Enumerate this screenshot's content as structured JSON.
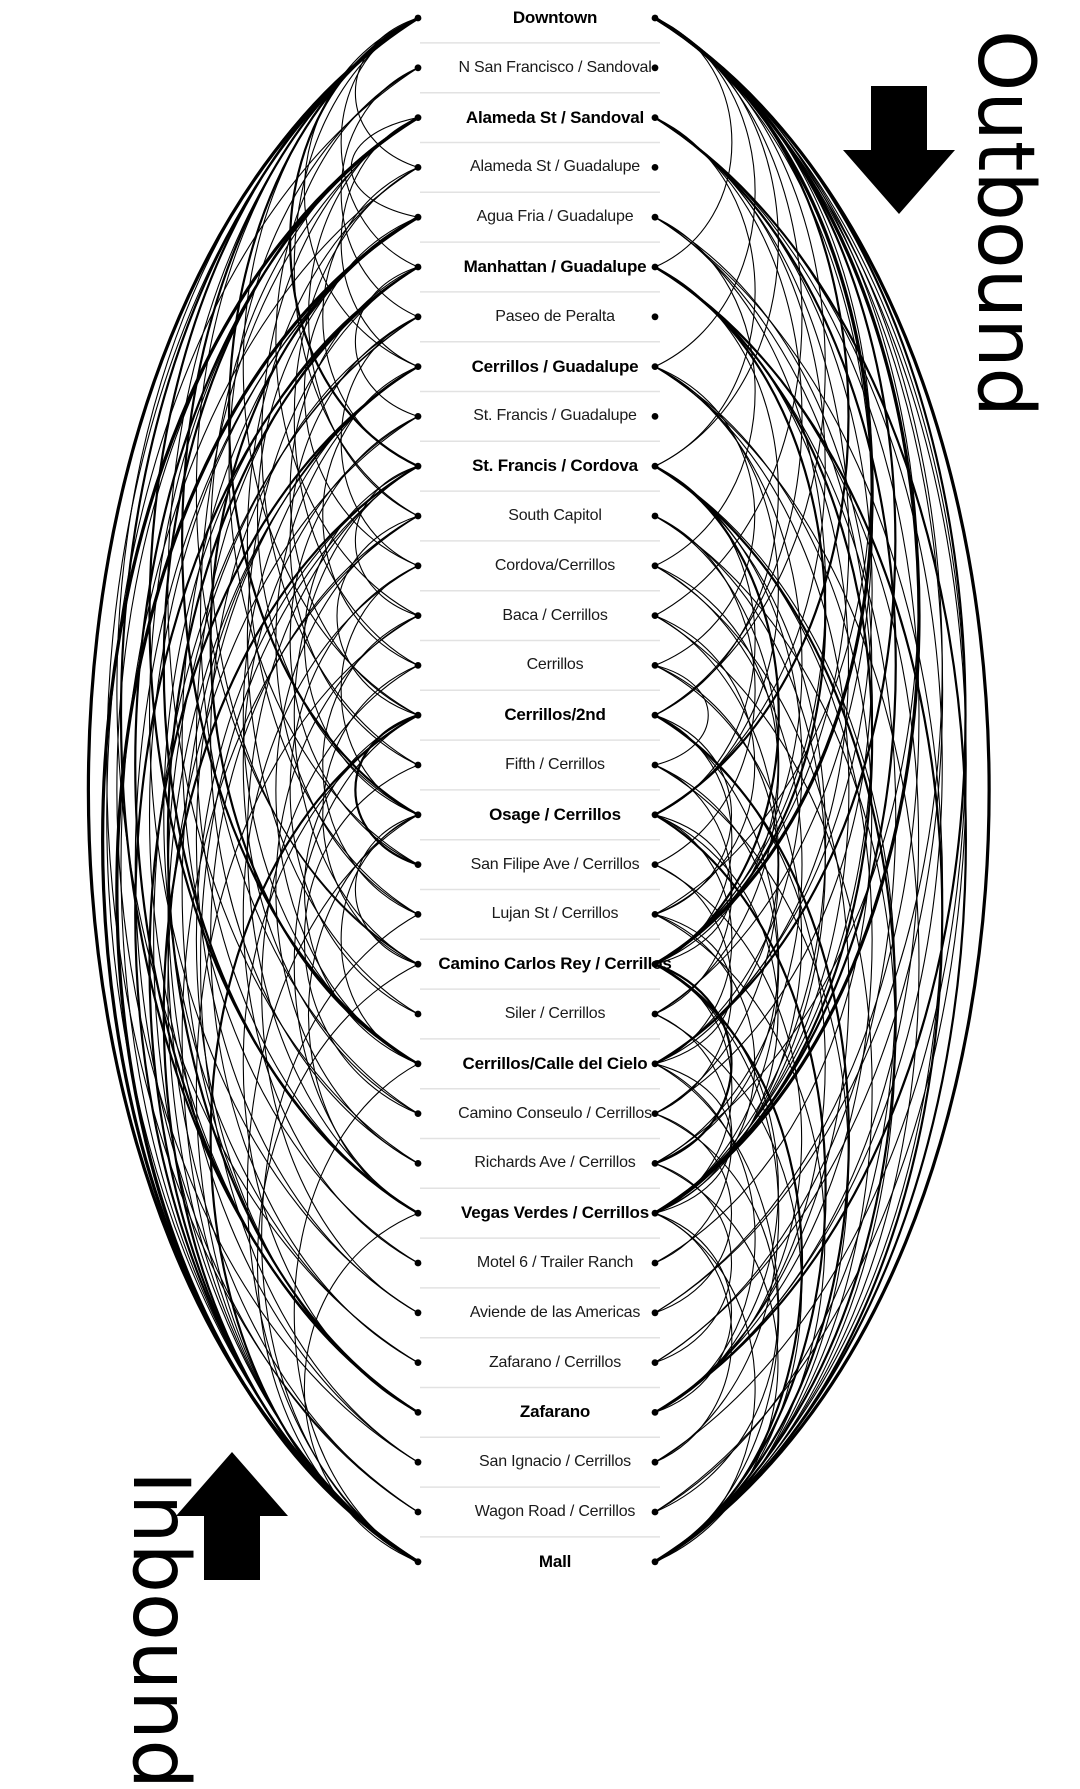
{
  "stops": [
    {
      "name": "Downtown",
      "major": true
    },
    {
      "name": "N San Francisco / Sandoval",
      "major": false
    },
    {
      "name": "Alameda St / Sandoval",
      "major": true
    },
    {
      "name": "Alameda St / Guadalupe",
      "major": false
    },
    {
      "name": "Agua Fria / Guadalupe",
      "major": false
    },
    {
      "name": "Manhattan / Guadalupe",
      "major": true
    },
    {
      "name": "Paseo de Peralta",
      "major": false
    },
    {
      "name": "Cerrillos / Guadalupe",
      "major": true
    },
    {
      "name": "St. Francis / Guadalupe",
      "major": false
    },
    {
      "name": "St. Francis / Cordova",
      "major": true
    },
    {
      "name": "South Capitol",
      "major": false
    },
    {
      "name": "Cordova/Cerrillos",
      "major": false
    },
    {
      "name": "Baca / Cerrillos",
      "major": false
    },
    {
      "name": "Cerrillos",
      "major": false
    },
    {
      "name": "Cerrillos/2nd",
      "major": true
    },
    {
      "name": "Fifth / Cerrillos",
      "major": false
    },
    {
      "name": "Osage / Cerrillos",
      "major": true
    },
    {
      "name": "San Filipe Ave / Cerrillos",
      "major": false
    },
    {
      "name": "Lujan St / Cerrillos",
      "major": false
    },
    {
      "name": "Camino Carlos Rey / Cerrillos",
      "major": true
    },
    {
      "name": "Siler / Cerrillos",
      "major": false
    },
    {
      "name": "Cerrillos/Calle del Cielo",
      "major": true
    },
    {
      "name": "Camino Conseulo / Cerrillos",
      "major": false
    },
    {
      "name": "Richards Ave / Cerrillos",
      "major": false
    },
    {
      "name": "Vegas Verdes / Cerrillos",
      "major": true
    },
    {
      "name": "Motel 6 / Trailer Ranch",
      "major": false
    },
    {
      "name": "Aviende de las Americas",
      "major": false
    },
    {
      "name": "Zafarano / Cerrillos",
      "major": false
    },
    {
      "name": "Zafarano",
      "major": true
    },
    {
      "name": "San Ignacio / Cerrillos",
      "major": false
    },
    {
      "name": "Wagon Road / Cerrillos",
      "major": false
    },
    {
      "name": "Mall",
      "major": true
    }
  ],
  "labels": {
    "outbound": "Outbound",
    "inbound": "Inbound"
  },
  "colors": {
    "line": "#000000",
    "separator": "#e2e2e2",
    "background": "#ffffff"
  },
  "inbound_flows": [
    [
      31,
      0,
      3
    ],
    [
      31,
      2,
      3
    ],
    [
      31,
      4,
      3
    ],
    [
      31,
      5,
      2
    ],
    [
      31,
      7,
      2
    ],
    [
      31,
      9,
      2
    ],
    [
      31,
      14,
      2
    ],
    [
      31,
      19,
      1
    ],
    [
      31,
      21,
      1
    ],
    [
      31,
      24,
      1
    ],
    [
      31,
      1,
      1
    ],
    [
      31,
      3,
      1
    ],
    [
      31,
      6,
      1
    ],
    [
      31,
      8,
      1
    ],
    [
      31,
      10,
      1
    ],
    [
      31,
      12,
      1
    ],
    [
      31,
      16,
      1
    ],
    [
      31,
      18,
      1
    ],
    [
      28,
      0,
      2
    ],
    [
      28,
      2,
      2
    ],
    [
      28,
      5,
      2
    ],
    [
      28,
      9,
      1
    ],
    [
      28,
      14,
      1
    ],
    [
      28,
      4,
      1
    ],
    [
      28,
      7,
      1
    ],
    [
      30,
      0,
      1
    ],
    [
      30,
      4,
      1
    ],
    [
      30,
      7,
      1
    ],
    [
      29,
      2,
      1
    ],
    [
      29,
      9,
      1
    ],
    [
      29,
      6,
      1
    ],
    [
      27,
      0,
      1
    ],
    [
      27,
      5,
      1
    ],
    [
      27,
      10,
      1
    ],
    [
      26,
      2,
      1
    ],
    [
      26,
      7,
      1
    ],
    [
      26,
      13,
      1
    ],
    [
      25,
      4,
      1
    ],
    [
      25,
      11,
      1
    ],
    [
      24,
      0,
      2
    ],
    [
      24,
      2,
      2
    ],
    [
      24,
      5,
      1
    ],
    [
      24,
      9,
      1
    ],
    [
      24,
      14,
      1
    ],
    [
      24,
      16,
      1
    ],
    [
      23,
      0,
      1
    ],
    [
      23,
      6,
      1
    ],
    [
      23,
      12,
      1
    ],
    [
      22,
      2,
      1
    ],
    [
      22,
      8,
      1
    ],
    [
      22,
      15,
      1
    ],
    [
      21,
      0,
      2
    ],
    [
      21,
      4,
      2
    ],
    [
      21,
      7,
      1
    ],
    [
      21,
      10,
      1
    ],
    [
      21,
      14,
      1
    ],
    [
      21,
      16,
      1
    ],
    [
      20,
      5,
      1
    ],
    [
      20,
      11,
      1
    ],
    [
      19,
      0,
      1
    ],
    [
      19,
      2,
      1
    ],
    [
      19,
      9,
      1
    ],
    [
      19,
      13,
      1
    ],
    [
      19,
      16,
      1
    ],
    [
      18,
      3,
      1
    ],
    [
      18,
      7,
      1
    ],
    [
      18,
      12,
      1
    ],
    [
      17,
      1,
      1
    ],
    [
      17,
      8,
      1
    ],
    [
      17,
      14,
      2
    ],
    [
      16,
      0,
      2
    ],
    [
      16,
      4,
      1
    ],
    [
      16,
      9,
      1
    ],
    [
      16,
      11,
      1
    ],
    [
      15,
      2,
      1
    ],
    [
      15,
      6,
      1
    ],
    [
      14,
      0,
      1
    ],
    [
      14,
      5,
      1
    ],
    [
      14,
      10,
      1
    ],
    [
      13,
      3,
      1
    ],
    [
      13,
      7,
      1
    ],
    [
      12,
      1,
      1
    ],
    [
      12,
      9,
      1
    ],
    [
      11,
      4,
      1
    ],
    [
      11,
      6,
      1
    ],
    [
      10,
      0,
      1
    ],
    [
      10,
      2,
      1
    ],
    [
      9,
      0,
      2
    ],
    [
      9,
      3,
      1
    ],
    [
      8,
      5,
      1
    ],
    [
      7,
      0,
      1
    ],
    [
      7,
      2,
      1
    ],
    [
      6,
      1,
      1
    ],
    [
      5,
      0,
      1
    ],
    [
      4,
      2,
      1
    ],
    [
      3,
      0,
      1
    ]
  ],
  "outbound_flows": [
    [
      0,
      31,
      3
    ],
    [
      0,
      28,
      2
    ],
    [
      0,
      24,
      3
    ],
    [
      0,
      21,
      2
    ],
    [
      0,
      19,
      3
    ],
    [
      0,
      16,
      2
    ],
    [
      0,
      14,
      1
    ],
    [
      0,
      9,
      1
    ],
    [
      0,
      7,
      1
    ],
    [
      0,
      5,
      1
    ],
    [
      0,
      30,
      1
    ],
    [
      0,
      29,
      1
    ],
    [
      0,
      27,
      1
    ],
    [
      0,
      26,
      1
    ],
    [
      0,
      23,
      1
    ],
    [
      0,
      20,
      1
    ],
    [
      0,
      18,
      1
    ],
    [
      0,
      12,
      1
    ],
    [
      2,
      31,
      2
    ],
    [
      2,
      28,
      1
    ],
    [
      2,
      24,
      2
    ],
    [
      2,
      21,
      1
    ],
    [
      2,
      19,
      1
    ],
    [
      2,
      16,
      1
    ],
    [
      2,
      14,
      1
    ],
    [
      2,
      9,
      1
    ],
    [
      2,
      26,
      1
    ],
    [
      4,
      31,
      1
    ],
    [
      4,
      24,
      1
    ],
    [
      4,
      19,
      1
    ],
    [
      4,
      11,
      1
    ],
    [
      4,
      22,
      1
    ],
    [
      5,
      31,
      2
    ],
    [
      5,
      28,
      1
    ],
    [
      5,
      24,
      2
    ],
    [
      5,
      21,
      1
    ],
    [
      5,
      19,
      2
    ],
    [
      5,
      14,
      1
    ],
    [
      5,
      27,
      1
    ],
    [
      7,
      31,
      1
    ],
    [
      7,
      24,
      1
    ],
    [
      7,
      19,
      1
    ],
    [
      7,
      16,
      1
    ],
    [
      7,
      25,
      1
    ],
    [
      7,
      13,
      1
    ],
    [
      9,
      31,
      2
    ],
    [
      9,
      28,
      1
    ],
    [
      9,
      24,
      1
    ],
    [
      9,
      21,
      1
    ],
    [
      9,
      19,
      2
    ],
    [
      9,
      16,
      1
    ],
    [
      9,
      30,
      1
    ],
    [
      10,
      31,
      1
    ],
    [
      10,
      24,
      1
    ],
    [
      10,
      20,
      1
    ],
    [
      10,
      17,
      1
    ],
    [
      11,
      28,
      1
    ],
    [
      11,
      23,
      1
    ],
    [
      11,
      19,
      1
    ],
    [
      12,
      31,
      1
    ],
    [
      12,
      22,
      1
    ],
    [
      12,
      18,
      1
    ],
    [
      13,
      24,
      1
    ],
    [
      13,
      21,
      1
    ],
    [
      13,
      15,
      1
    ],
    [
      14,
      31,
      2
    ],
    [
      14,
      28,
      1
    ],
    [
      14,
      24,
      1
    ],
    [
      14,
      19,
      1
    ],
    [
      14,
      18,
      1
    ],
    [
      15,
      31,
      1
    ],
    [
      15,
      23,
      1
    ],
    [
      15,
      20,
      1
    ],
    [
      16,
      31,
      2
    ],
    [
      16,
      24,
      1
    ],
    [
      16,
      21,
      1
    ],
    [
      16,
      19,
      1
    ],
    [
      17,
      28,
      1
    ],
    [
      17,
      22,
      1
    ],
    [
      18,
      31,
      1
    ],
    [
      18,
      24,
      1
    ],
    [
      18,
      21,
      1
    ],
    [
      19,
      31,
      2
    ],
    [
      19,
      28,
      1
    ],
    [
      19,
      24,
      1
    ],
    [
      19,
      23,
      2
    ],
    [
      19,
      29,
      1
    ],
    [
      20,
      31,
      1
    ],
    [
      20,
      25,
      1
    ],
    [
      21,
      31,
      1
    ],
    [
      21,
      28,
      1
    ],
    [
      21,
      24,
      1
    ],
    [
      22,
      26,
      1
    ],
    [
      22,
      30,
      1
    ],
    [
      23,
      31,
      1
    ],
    [
      23,
      27,
      1
    ],
    [
      24,
      31,
      1
    ],
    [
      24,
      28,
      1
    ],
    [
      24,
      29,
      1
    ]
  ]
}
